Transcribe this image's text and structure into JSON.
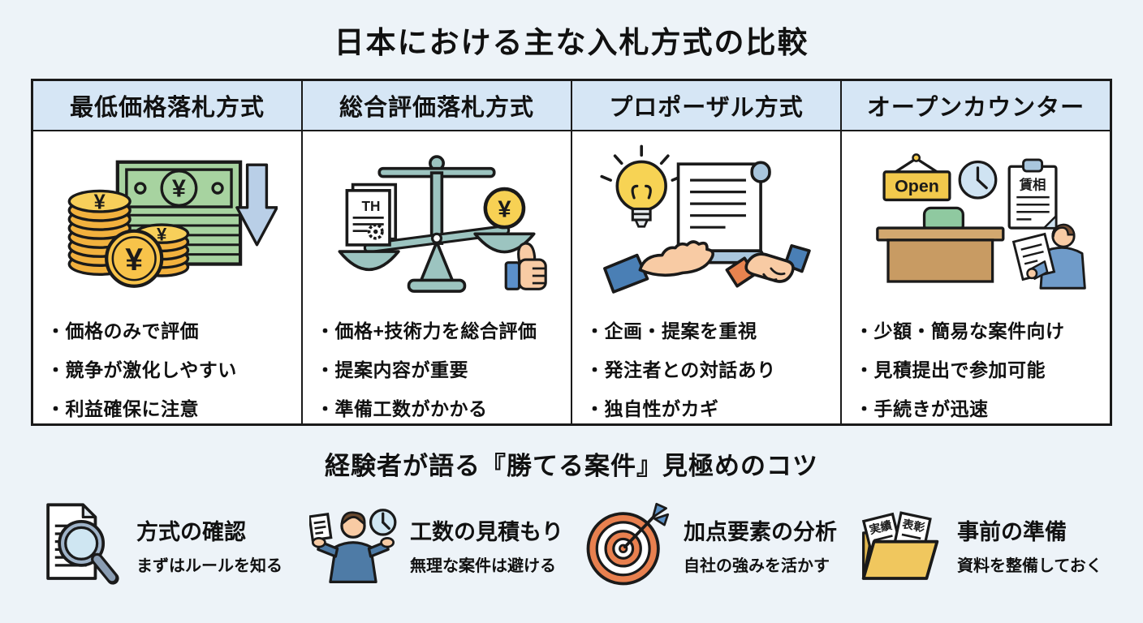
{
  "page": {
    "title": "日本における主な入札方式の比較"
  },
  "comparison_table": {
    "columns": [
      {
        "header": "最低価格落札方式",
        "icon": "yen-cash-down-arrow-icon",
        "bullets": [
          "・価格のみで評価",
          "・競争が激化しやすい",
          "・利益確保に注意"
        ]
      },
      {
        "header": "総合評価落札方式",
        "icon": "balance-scale-thumbs-up-icon",
        "bullets": [
          "・価格+技術力を総合評価",
          "・提案内容が重要",
          "・準備工数がかかる"
        ]
      },
      {
        "header": "プロポーザル方式",
        "icon": "idea-scroll-handshake-icon",
        "bullets": [
          "・企画・提案を重視",
          "・発注者との対話あり",
          "・独自性がカギ"
        ]
      },
      {
        "header": "オープンカウンター",
        "icon": "open-counter-desk-icon",
        "bullets": [
          "・少額・簡易な案件向け",
          "・見積提出で参加可能",
          "・手続きが迅速"
        ]
      }
    ]
  },
  "icon_labels": {
    "yen": "¥",
    "document_th": "TH",
    "open_sign": "Open",
    "clipboard_title": "賃相",
    "folder_paper_1": "実績",
    "folder_paper_2": "表彰"
  },
  "tips_section": {
    "title": "経験者が語る『勝てる案件』見極めのコツ",
    "tips": [
      {
        "icon": "document-magnifier-icon",
        "title": "方式の確認",
        "subtitle": "まずはルールを知る"
      },
      {
        "icon": "person-weighing-time-icon",
        "title": "工数の見積もり",
        "subtitle": "無理な案件は避ける"
      },
      {
        "icon": "target-dart-icon",
        "title": "加点要素の分析",
        "subtitle": "自社の強みを活かす"
      },
      {
        "icon": "folder-documents-icon",
        "title": "事前の準備",
        "subtitle": "資料を整備しておく"
      }
    ]
  },
  "colors": {
    "background": "#edf3f8",
    "table_header_bg": "#d6e6f5",
    "table_body_bg": "#ffffff",
    "border": "#1a1a1a",
    "text": "#111111",
    "banknote_green": "#a7d3a0",
    "coin_orange": "#f2b13e",
    "coin_yellow": "#f7cf5a",
    "arrow_blue": "#b9cfe7",
    "scale_teal": "#9cc4c0",
    "sleeve_blue": "#4a7fb5",
    "skin": "#f8cba4",
    "sign_yellow": "#f2c94c",
    "clock_blue": "#cfe3f2",
    "desk_brown": "#c89b63",
    "chair_green": "#8fc9a0",
    "target_orange": "#e8804f",
    "folder_yellow": "#f0c75e"
  }
}
